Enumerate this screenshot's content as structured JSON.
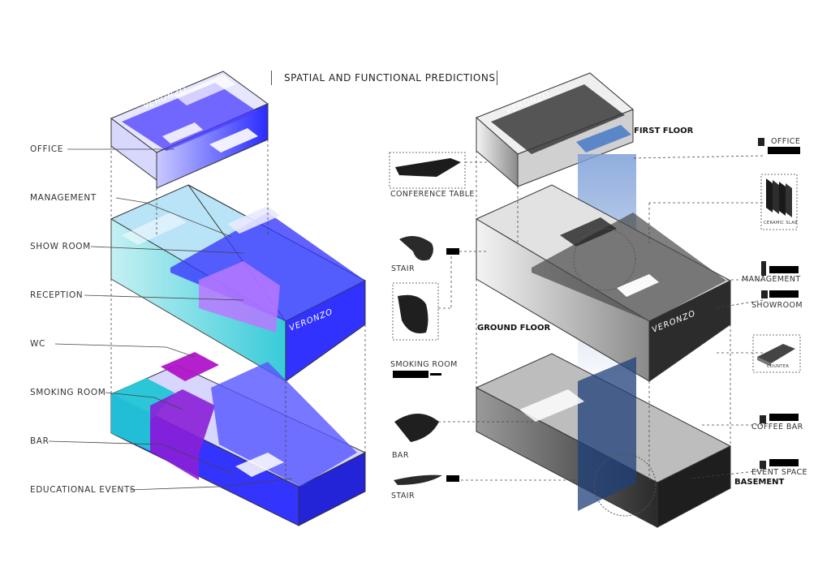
{
  "title": "SPATIAL AND FUNCTIONAL PREDICTIONS",
  "left_labels": {
    "office": "OFFICE",
    "management": "MANAGEMENT",
    "show_room": "SHOW  ROOM",
    "reception": "RECEPTION",
    "wc": "WC",
    "smoking_room": "SMOKING  ROOM",
    "bar": "BAR",
    "educational_events": "EDUCATIONAL  EVENTS"
  },
  "floors": {
    "first": "FIRST FLOOR",
    "ground": "GROUND FLOOR",
    "basement": "BASEMENT"
  },
  "right_labels": {
    "conference_table": "CONFERENCE TABLE",
    "stair_upper": "STAIR",
    "smoking_room": "SMOKING ROOM",
    "bar": "BAR",
    "stair_lower": "STAIR",
    "office": "OFFICE",
    "ceramic_slab": "CERAMIC SLAB",
    "management": "MANAGEMENT",
    "showroom": "SHOWROOM",
    "counter": "COUNTER",
    "coffee_bar": "COFFEE BAR",
    "event_space": "EVENT SPACE"
  },
  "brand": "VERONZO",
  "colors": {
    "blue": "#2a2bff",
    "cyan": "#22c6d6",
    "purple": "#8a1fd8",
    "magenta": "#b014c8",
    "dark_grey": "#3d3d3d",
    "navy": "#1f3f7a"
  },
  "icons": [
    "office-icon",
    "ceramic-slab-icon",
    "management-person-icon",
    "showroom-icon",
    "counter-icon",
    "coffee-bar-icon",
    "event-space-icon"
  ]
}
